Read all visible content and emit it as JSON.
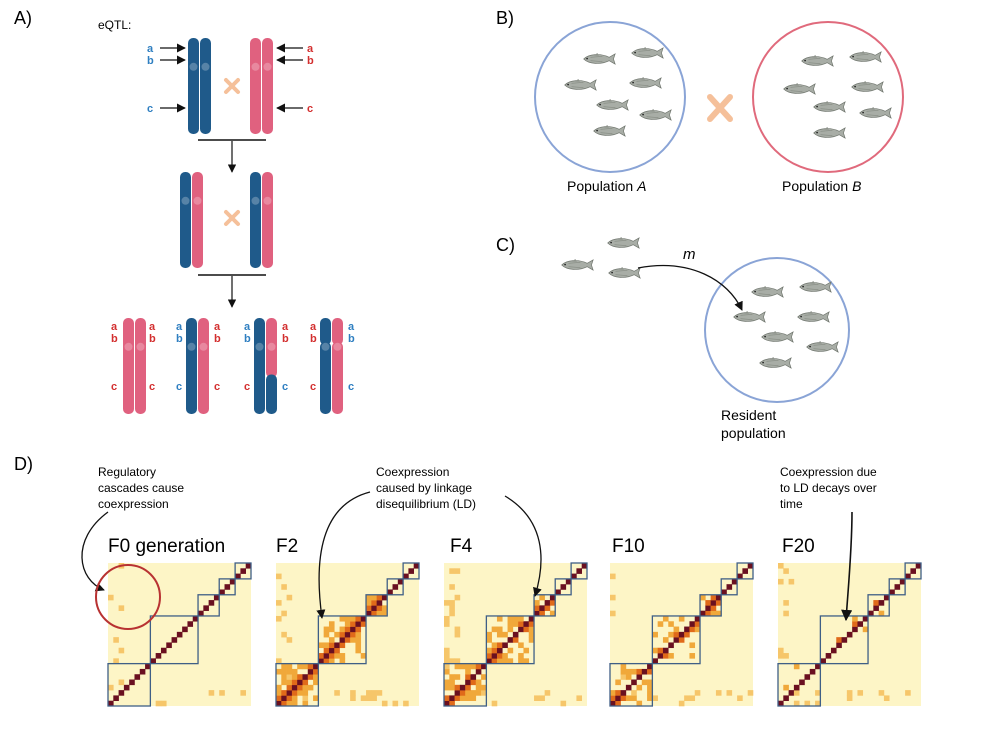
{
  "panels": {
    "a": {
      "label": "A)",
      "eqtl_label": "eQTL:",
      "loci": [
        "a",
        "b",
        "c"
      ]
    },
    "b": {
      "label": "B)",
      "population_a": "Population",
      "population_a_italic": "A",
      "population_b": "Population",
      "population_b_italic": "B"
    },
    "c": {
      "label": "C)",
      "migration_symbol": "m",
      "resident_line1": "Resident",
      "resident_line2": "population"
    },
    "d": {
      "label": "D)",
      "annotation_regulatory": [
        "Regulatory",
        "cascades cause",
        "coexpression"
      ],
      "annotation_ld": [
        "Coexpression",
        "caused by linkage",
        "disequilibrium (LD)"
      ],
      "annotation_decay": [
        "Coexpression due",
        "to LD decays over",
        "time"
      ],
      "generations": [
        "F0 generation",
        "F2",
        "F4",
        "F10",
        "F20"
      ]
    }
  },
  "colors": {
    "blue_chromosome": "#1f5a8a",
    "pink_chromosome": "#e0617f",
    "blue_text": "#2f7fc1",
    "red_text": "#d32f2f",
    "cross": "#f5c09a",
    "circle_a": "#8aa4d6",
    "circle_b": "#e06a7c",
    "heatmap_bg": "#fdf5c6",
    "heatmap_mid": "#f0a83a",
    "heatmap_high": "#e06a1a",
    "diagonal": "#6a1020",
    "block_outline": "#3f5f86",
    "highlight_circle": "#b83232"
  }
}
